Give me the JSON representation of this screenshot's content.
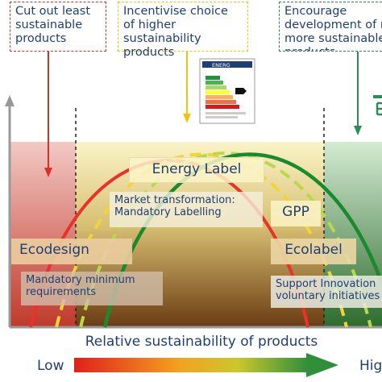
{
  "top_boxes": [
    {
      "text": "Cut out least sustainable products",
      "color": "#d93025"
    },
    {
      "text": "Incentivise choice of higher sustainability products",
      "color": "#f1c40f"
    },
    {
      "text": "Encourage development of new, more sustainable products",
      "color": "#2e8b57"
    }
  ],
  "energy_label_header": "ENERG",
  "labels": {
    "energy_label": "Energy Label",
    "market_transformation": "Market transformation: Mandatory Labelling",
    "gpp": "GPP",
    "ecodesign": "Ecodesign",
    "mandatory_minimum": "Mandatory minimum requirements",
    "ecolabel": "Ecolabel",
    "support_innovation": "Support Innovation voluntary initiatives"
  },
  "axis": {
    "title": "Relative sustainability of products",
    "low": "Low",
    "high": "High"
  },
  "curve_colors": [
    "#e8322b",
    "#f2d43a",
    "#b7d94a",
    "#1a8a2e"
  ]
}
